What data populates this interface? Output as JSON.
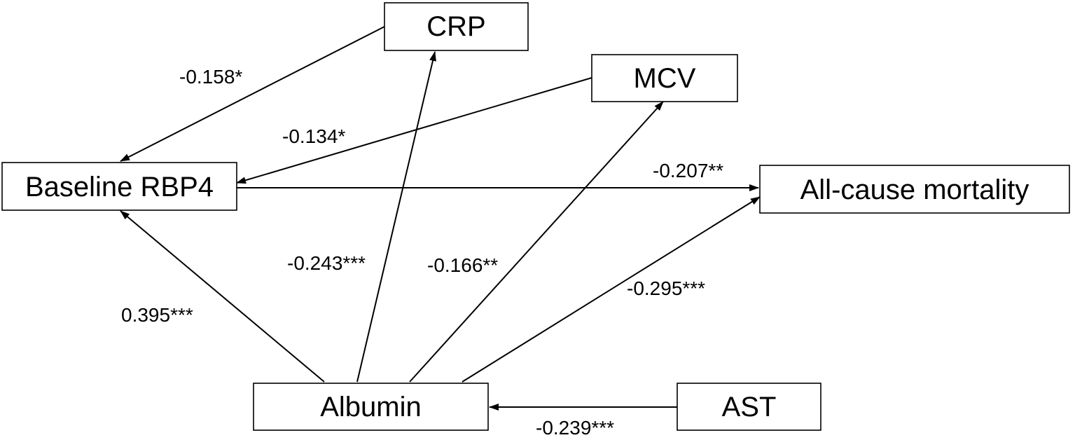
{
  "nodes": {
    "crp": {
      "label": "CRP"
    },
    "mcv": {
      "label": "MCV"
    },
    "rbp4": {
      "label": "Baseline RBP4"
    },
    "mortality": {
      "label": "All-cause mortality"
    },
    "albumin": {
      "label": "Albumin"
    },
    "ast": {
      "label": "AST"
    }
  },
  "edges": {
    "crp_rbp4": {
      "from": "CRP",
      "to": "Baseline RBP4",
      "label": "-0.158*"
    },
    "mcv_rbp4": {
      "from": "MCV",
      "to": "Baseline RBP4",
      "label": "-0.134*"
    },
    "rbp4_mortality": {
      "from": "Baseline RBP4",
      "to": "All-cause mortality",
      "label": "-0.207**"
    },
    "albumin_crp": {
      "from": "Albumin",
      "to": "CRP",
      "label": "-0.243***"
    },
    "albumin_mcv": {
      "from": "Albumin",
      "to": "MCV",
      "label": "-0.166**"
    },
    "albumin_mortality": {
      "from": "Albumin",
      "to": "All-cause mortality",
      "label": "-0.295***"
    },
    "albumin_rbp4": {
      "from": "Albumin",
      "to": "Baseline RBP4",
      "label": "0.395***"
    },
    "ast_albumin": {
      "from": "AST",
      "to": "Albumin",
      "label": "-0.239***"
    }
  }
}
